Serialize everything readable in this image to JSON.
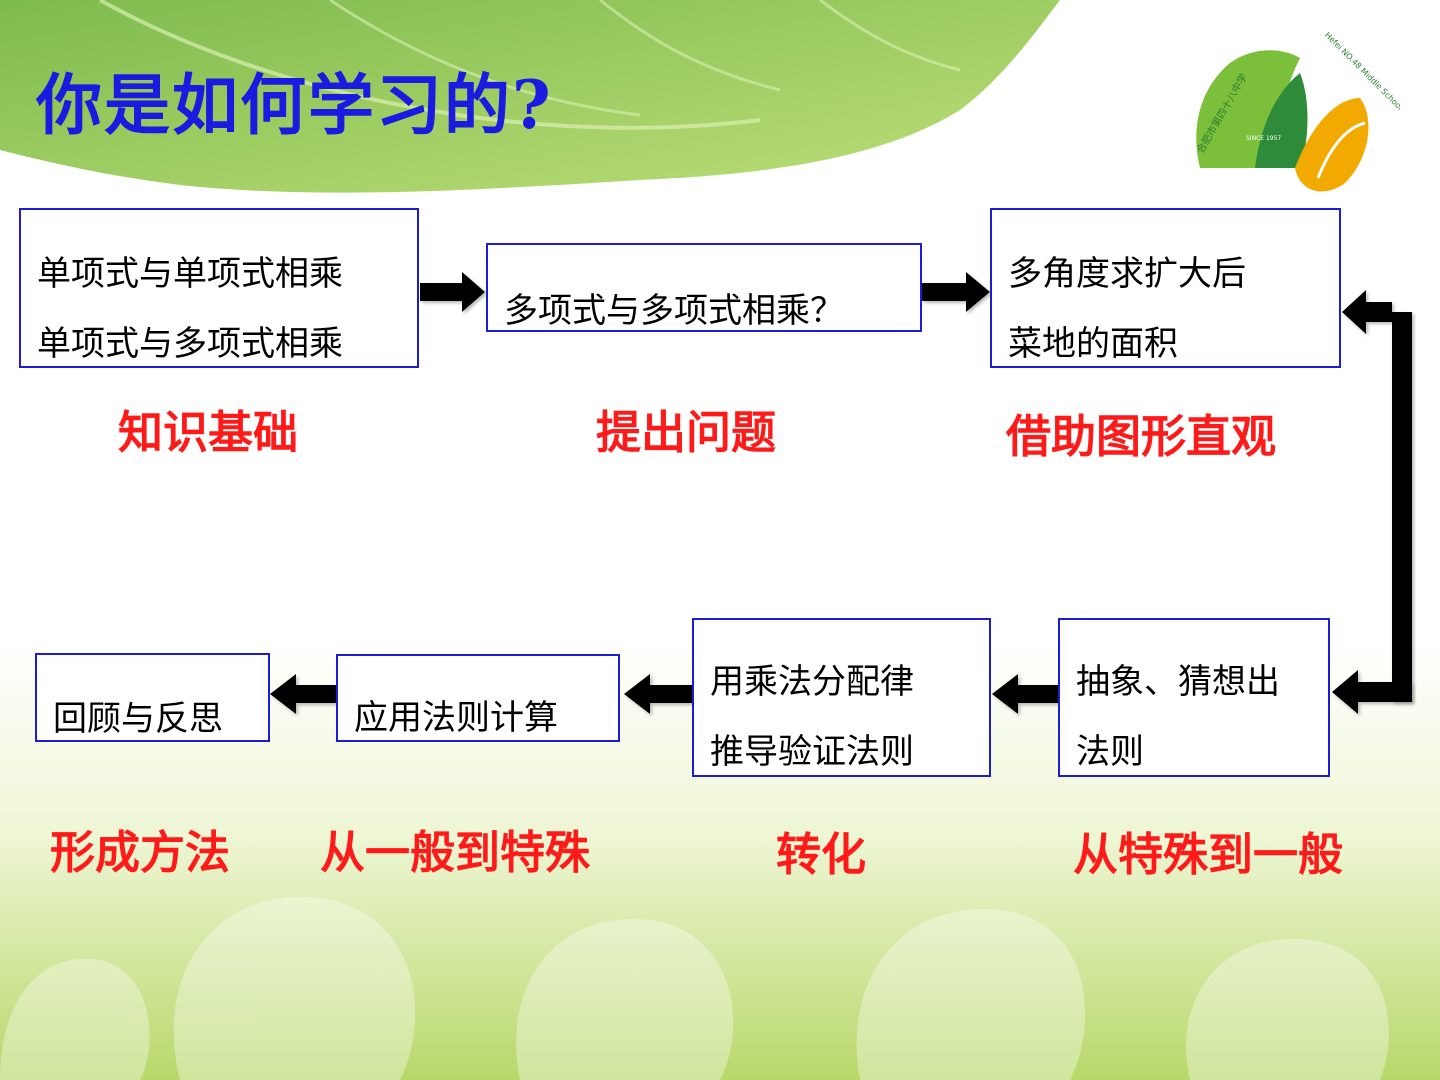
{
  "title": "你是如何学习的?",
  "logo": {
    "school_cn": "合肥市第四十八中学",
    "school_en": "Hefei NO.48 Middle School",
    "since": "SINCE 1957"
  },
  "boxes": {
    "knowledge": [
      "单项式与单项式相乘",
      "单项式与多项式相乘"
    ],
    "question": [
      "多项式与多项式相乘？"
    ],
    "area": [
      "多角度求扩大后",
      "菜地的面积"
    ],
    "abstract": [
      "抽象、猜想出",
      "法则"
    ],
    "derive": [
      "用乘法分配律",
      "推导验证法则"
    ],
    "apply": [
      "应用法则计算"
    ],
    "review": [
      "回顾与反思"
    ]
  },
  "labels": {
    "knowledge": "知识基础",
    "question": "提出问题",
    "area": "借助图形直观",
    "abstract": "从特殊到一般",
    "derive": "转化",
    "apply": "从一般到特殊",
    "review": "形成方法"
  },
  "colors": {
    "title": "#1a1ae0",
    "box_border": "#1c1cd4",
    "label": "#ff1a1a",
    "leaf_green": "#8cc63f",
    "arrow": "#000000"
  }
}
